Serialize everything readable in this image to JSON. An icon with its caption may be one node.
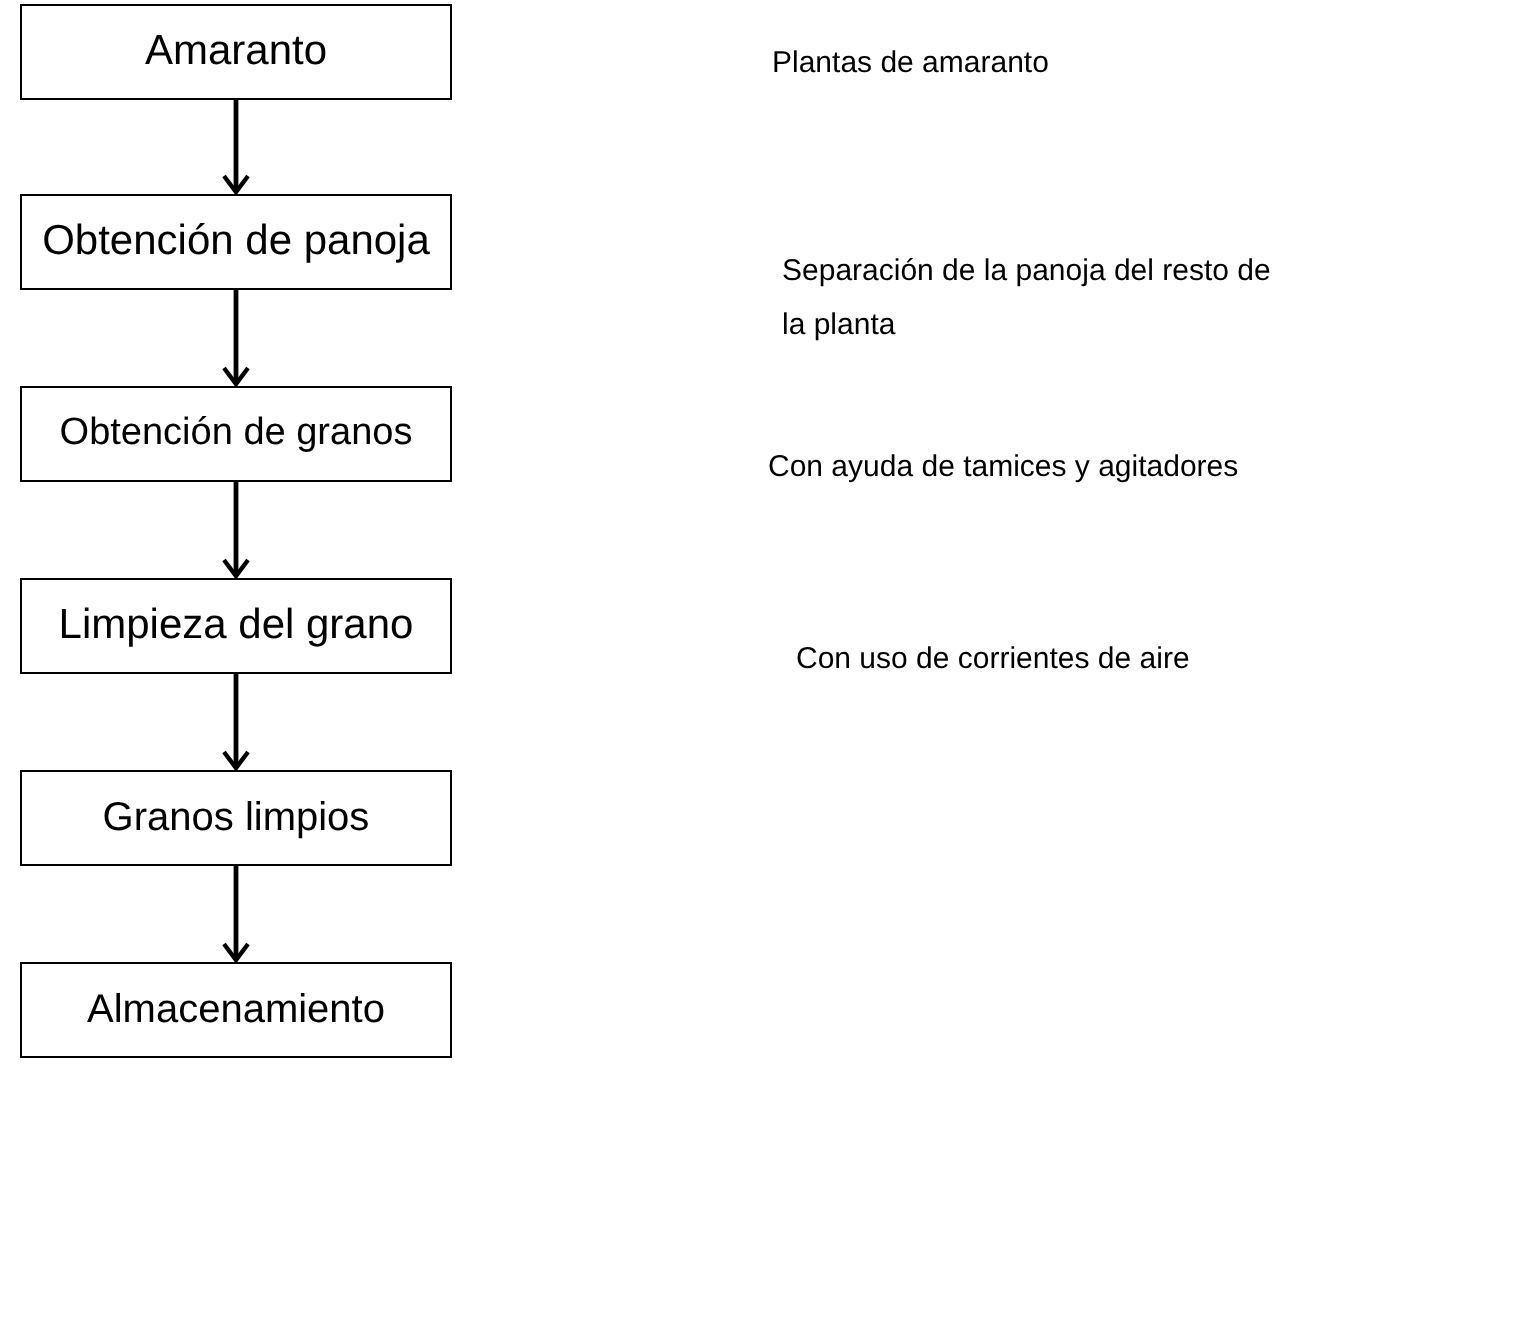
{
  "diagram": {
    "nodes": [
      {
        "text": [
          "Amaranto"
        ]
      },
      {
        "text": [
          "Obtención de panoja"
        ]
      },
      {
        "text": [
          "Obtención de granos"
        ]
      },
      {
        "text": [
          "Limpieza del grano"
        ]
      },
      {
        "text": [
          "Granos limpios"
        ]
      },
      {
        "text": [
          "Almacenamiento"
        ]
      }
    ],
    "edges": [
      {
        "from": 0,
        "to": 1,
        "arrow": "to"
      },
      {
        "from": 1,
        "to": 2,
        "arrow": "to"
      },
      {
        "from": 2,
        "to": 3,
        "arrow": "to"
      },
      {
        "from": 3,
        "to": 4,
        "arrow": "to"
      },
      {
        "from": 4,
        "to": 5,
        "arrow": "to"
      }
    ],
    "labels": [
      "Plantas de amaranto",
      "Separación de la panoja del resto de la planta",
      "Con ayuda de tamices y agitadores",
      "Con uso de corrientes de aire"
    ]
  }
}
